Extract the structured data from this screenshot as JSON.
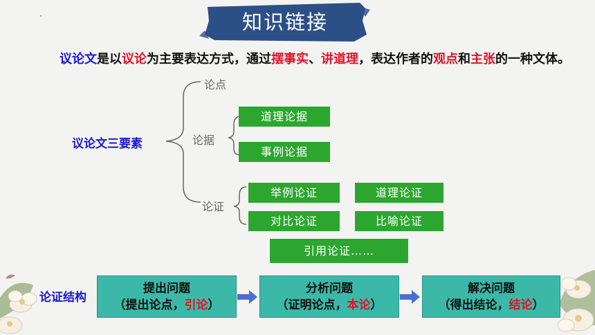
{
  "title": "知识链接",
  "intro": {
    "p1": "议论文",
    "p2": "是以",
    "p3": "议论",
    "p4": "为主要表达方式，通过",
    "p5": "摆事实",
    "p6": "、",
    "p7": "讲道理",
    "p8": "，表达作者的",
    "p9": "观点",
    "p10": "和",
    "p11": "主张",
    "p12": "的一种文体。"
  },
  "diagram": {
    "main": "议论文三要素",
    "thesis": "论点",
    "evidence": "论据",
    "evidence_items": [
      "道理论据",
      "事例论据"
    ],
    "argumentation": "论证",
    "methods": [
      "举例论证",
      "道理论证",
      "对比论证",
      "比喻论证",
      "引用论证……"
    ]
  },
  "structure": {
    "label": "论证结构",
    "steps": [
      {
        "title": "提出问题",
        "open": "（提出论点，",
        "key": "引论",
        "close": "）"
      },
      {
        "title": "分析问题",
        "open": "（证明论点，",
        "key": "本论",
        "close": "）"
      },
      {
        "title": "解决问题",
        "open": "（得出结论，",
        "key": "结论",
        "close": "）"
      }
    ]
  },
  "colors": {
    "banner": "#2c4f86",
    "blue": "#1a1ad0",
    "red": "#e0142a",
    "green": "#2ca62f",
    "teal": "#3cb8a8"
  }
}
